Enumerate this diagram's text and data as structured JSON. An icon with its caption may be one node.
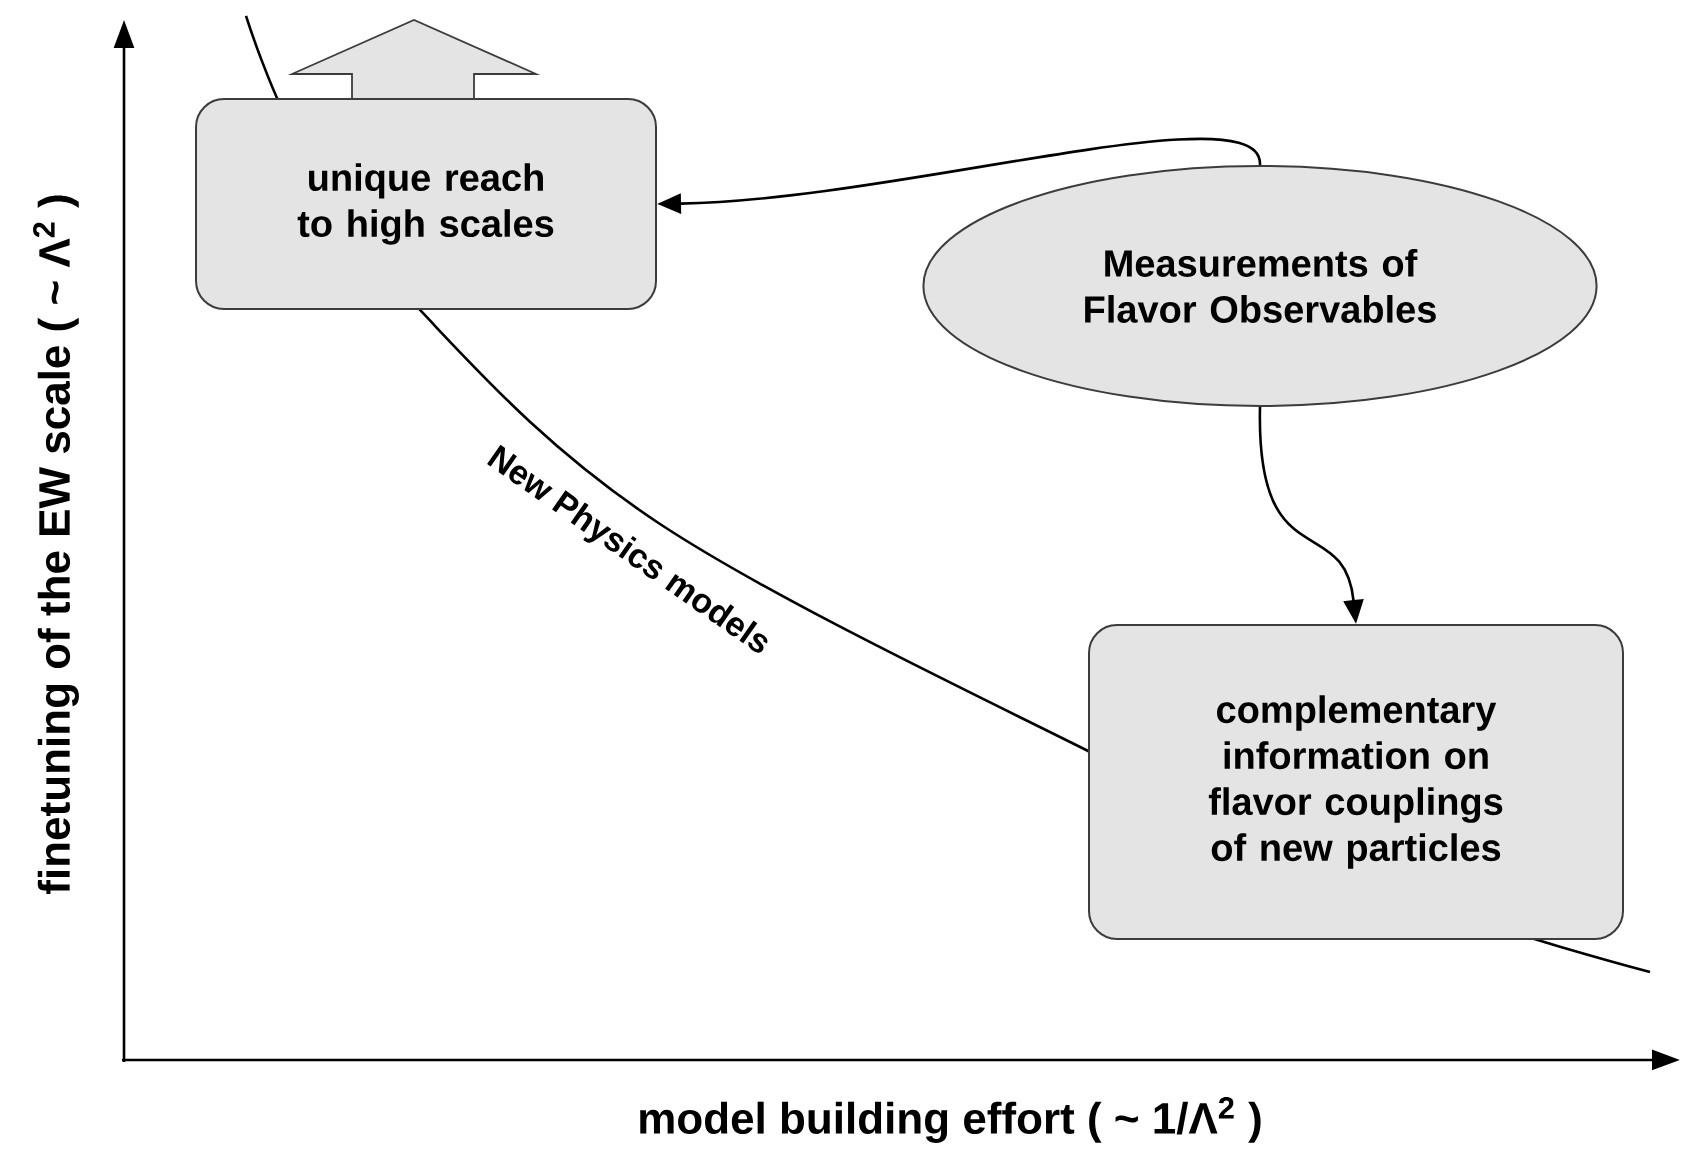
{
  "diagram": {
    "nodes": [
      {
        "text": [
          "unique reach to high scales"
        ]
      },
      {
        "text": [
          "Measurements of Flavor Observables"
        ]
      },
      {
        "text": [
          "complementary information on flavor couplings of new particles"
        ]
      }
    ],
    "edges": [
      {
        "from": 1,
        "to": 0,
        "arrow": "to"
      },
      {
        "from": 1,
        "to": 2,
        "arrow": "to"
      }
    ],
    "labels": [
      "finetuning of the EW scale  ( ~ Λ$^{2}$ )",
      "New Physics models",
      "model building effort   ( ~ 1/Λ$^{2}$ )"
    ]
  }
}
